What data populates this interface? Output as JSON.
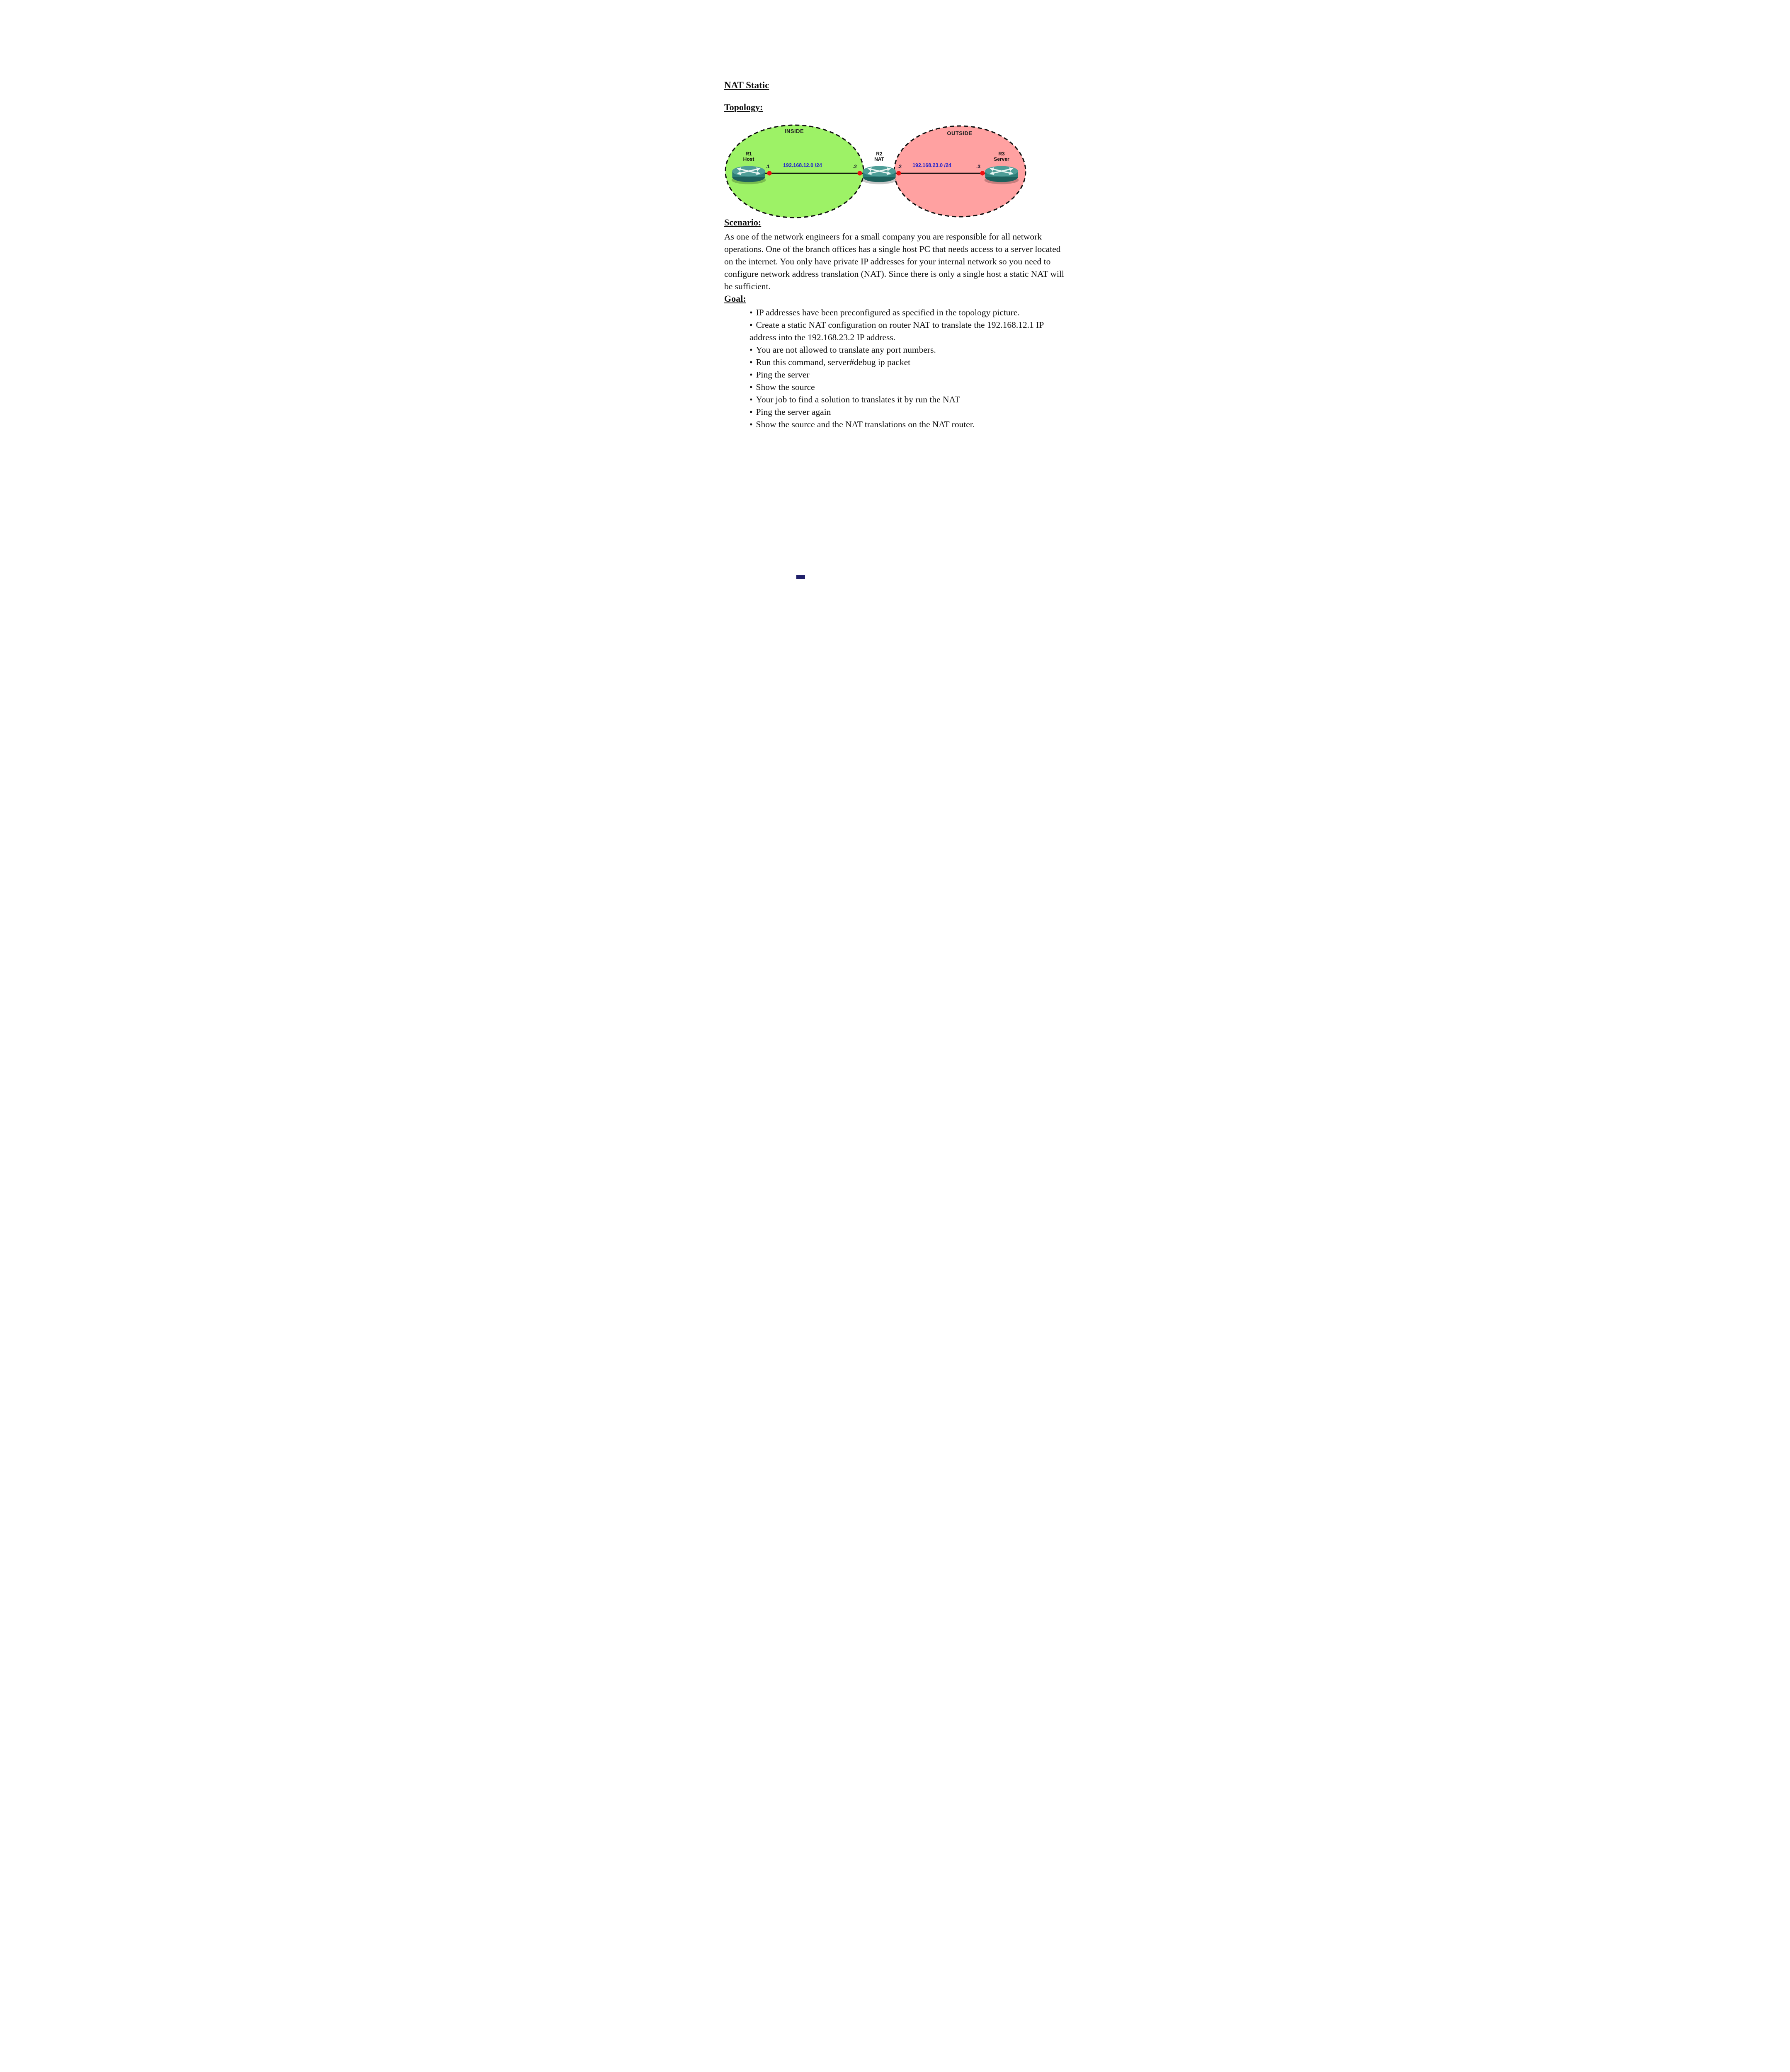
{
  "page": {
    "title": "NAT Static",
    "topology_heading": "Topology:",
    "scenario_heading": "Scenario:",
    "scenario_text": "As one of the network engineers for a small company you are responsible for all network operations. One of the branch offices has a single host PC that needs access to a server located on the internet. You only have private IP addresses for your internal network so you need to configure network address translation (NAT). Since there is only a single host a static NAT will be sufficient.",
    "goal_heading": "Goal:",
    "bullet_char": "•",
    "goal_bullets": [
      "IP addresses have been preconfigured as specified in the topology picture.",
      "Create a static NAT configuration on router NAT to translate the 192.168.12.1 IP address into the 192.168.23.2 IP address.",
      "You are not allowed to translate any port numbers.",
      "Run this command, server#debug ip packet",
      "Ping the server",
      "Show the source",
      "Your job to find a solution to translates it by run the NAT",
      "Ping the server again",
      "Show the source and the NAT translations on the NAT router."
    ]
  },
  "diagram": {
    "inside_label": "INSIDE",
    "outside_label": "OUTSIDE",
    "devices": [
      {
        "name": "R1",
        "role": "Host"
      },
      {
        "name": "R2",
        "role": "NAT"
      },
      {
        "name": "R3",
        "role": "Server"
      }
    ],
    "links": [
      {
        "network": "192.168.12.0 /24",
        "left_if": ".1",
        "right_if": ".2"
      },
      {
        "network": "192.168.23.0 /24",
        "left_if": ".2",
        "right_if": ".3"
      }
    ],
    "colors": {
      "inside_fill": "#9df266",
      "outside_fill": "#ffa1a1",
      "dot": "#ee1111",
      "network_label": "#2222cc"
    }
  }
}
